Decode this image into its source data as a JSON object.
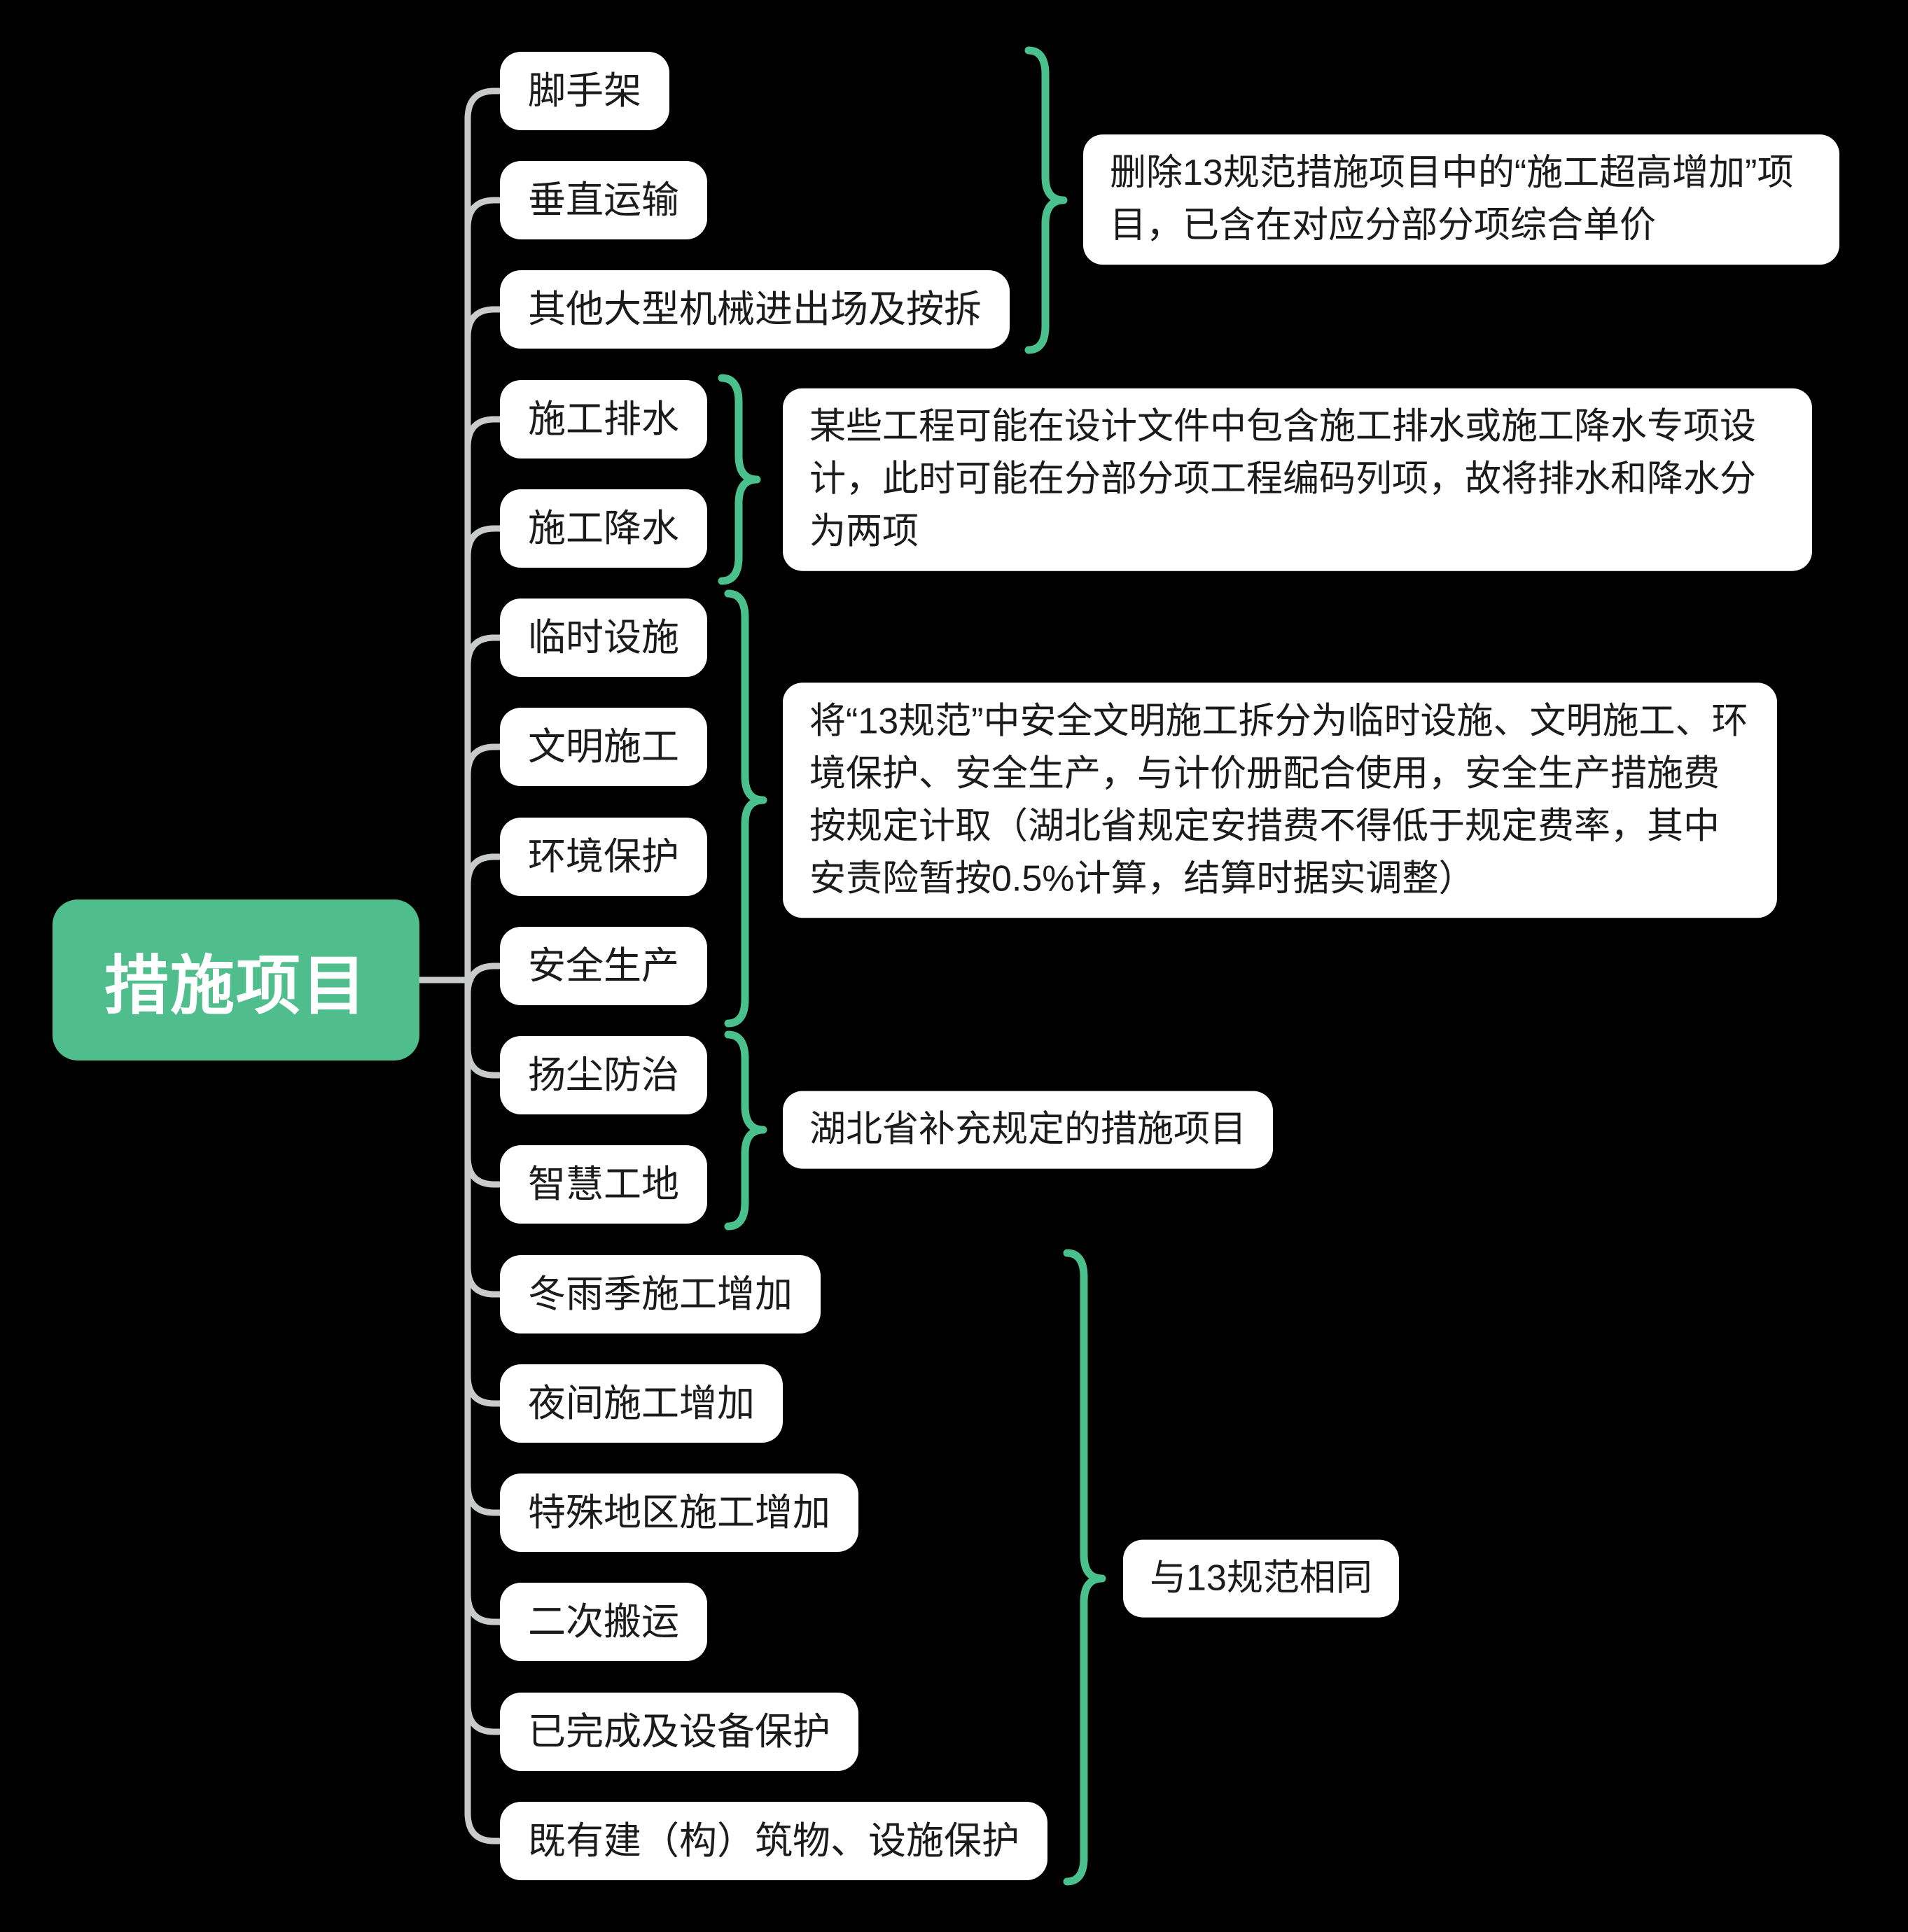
{
  "root": {
    "label": "措施项目"
  },
  "groups": [
    {
      "items": [
        "脚手架",
        "垂直运输",
        "其他大型机械进出场及按拆"
      ],
      "note": "删除13规范措施项目中的“施工超高增加”项目，已含在对应分部分项综合单价"
    },
    {
      "items": [
        "施工排水",
        "施工降水"
      ],
      "note": "某些工程可能在设计文件中包含施工排水或施工降水专项设计，此时可能在分部分项工程编码列项，故将排水和降水分为两项"
    },
    {
      "items": [
        "临时设施",
        "文明施工",
        "环境保护",
        "安全生产"
      ],
      "note": "将“13规范”中安全文明施工拆分为临时设施、文明施工、环境保护、安全生产，与计价册配合使用，安全生产措施费按规定计取（湖北省规定安措费不得低于规定费率，其中安责险暂按0.5%计算，结算时据实调整）"
    },
    {
      "items": [
        "扬尘防治",
        "智慧工地"
      ],
      "note": "湖北省补充规定的措施项目"
    },
    {
      "items": [
        "冬雨季施工增加",
        "夜间施工增加",
        "特殊地区施工增加",
        "二次搬运",
        "已完成及设备保护",
        "既有建（构）筑物、设施保护"
      ],
      "note": "与13规范相同"
    }
  ],
  "colors": {
    "background": "#000000",
    "root_fill": "#50BE8C",
    "root_text": "#FFFFFF",
    "node_fill": "#FFFFFF",
    "node_text": "#1B1B1B",
    "note_text": "#1B1B1B",
    "brace": "#4AC08D",
    "connector": "#C9CBCA"
  }
}
